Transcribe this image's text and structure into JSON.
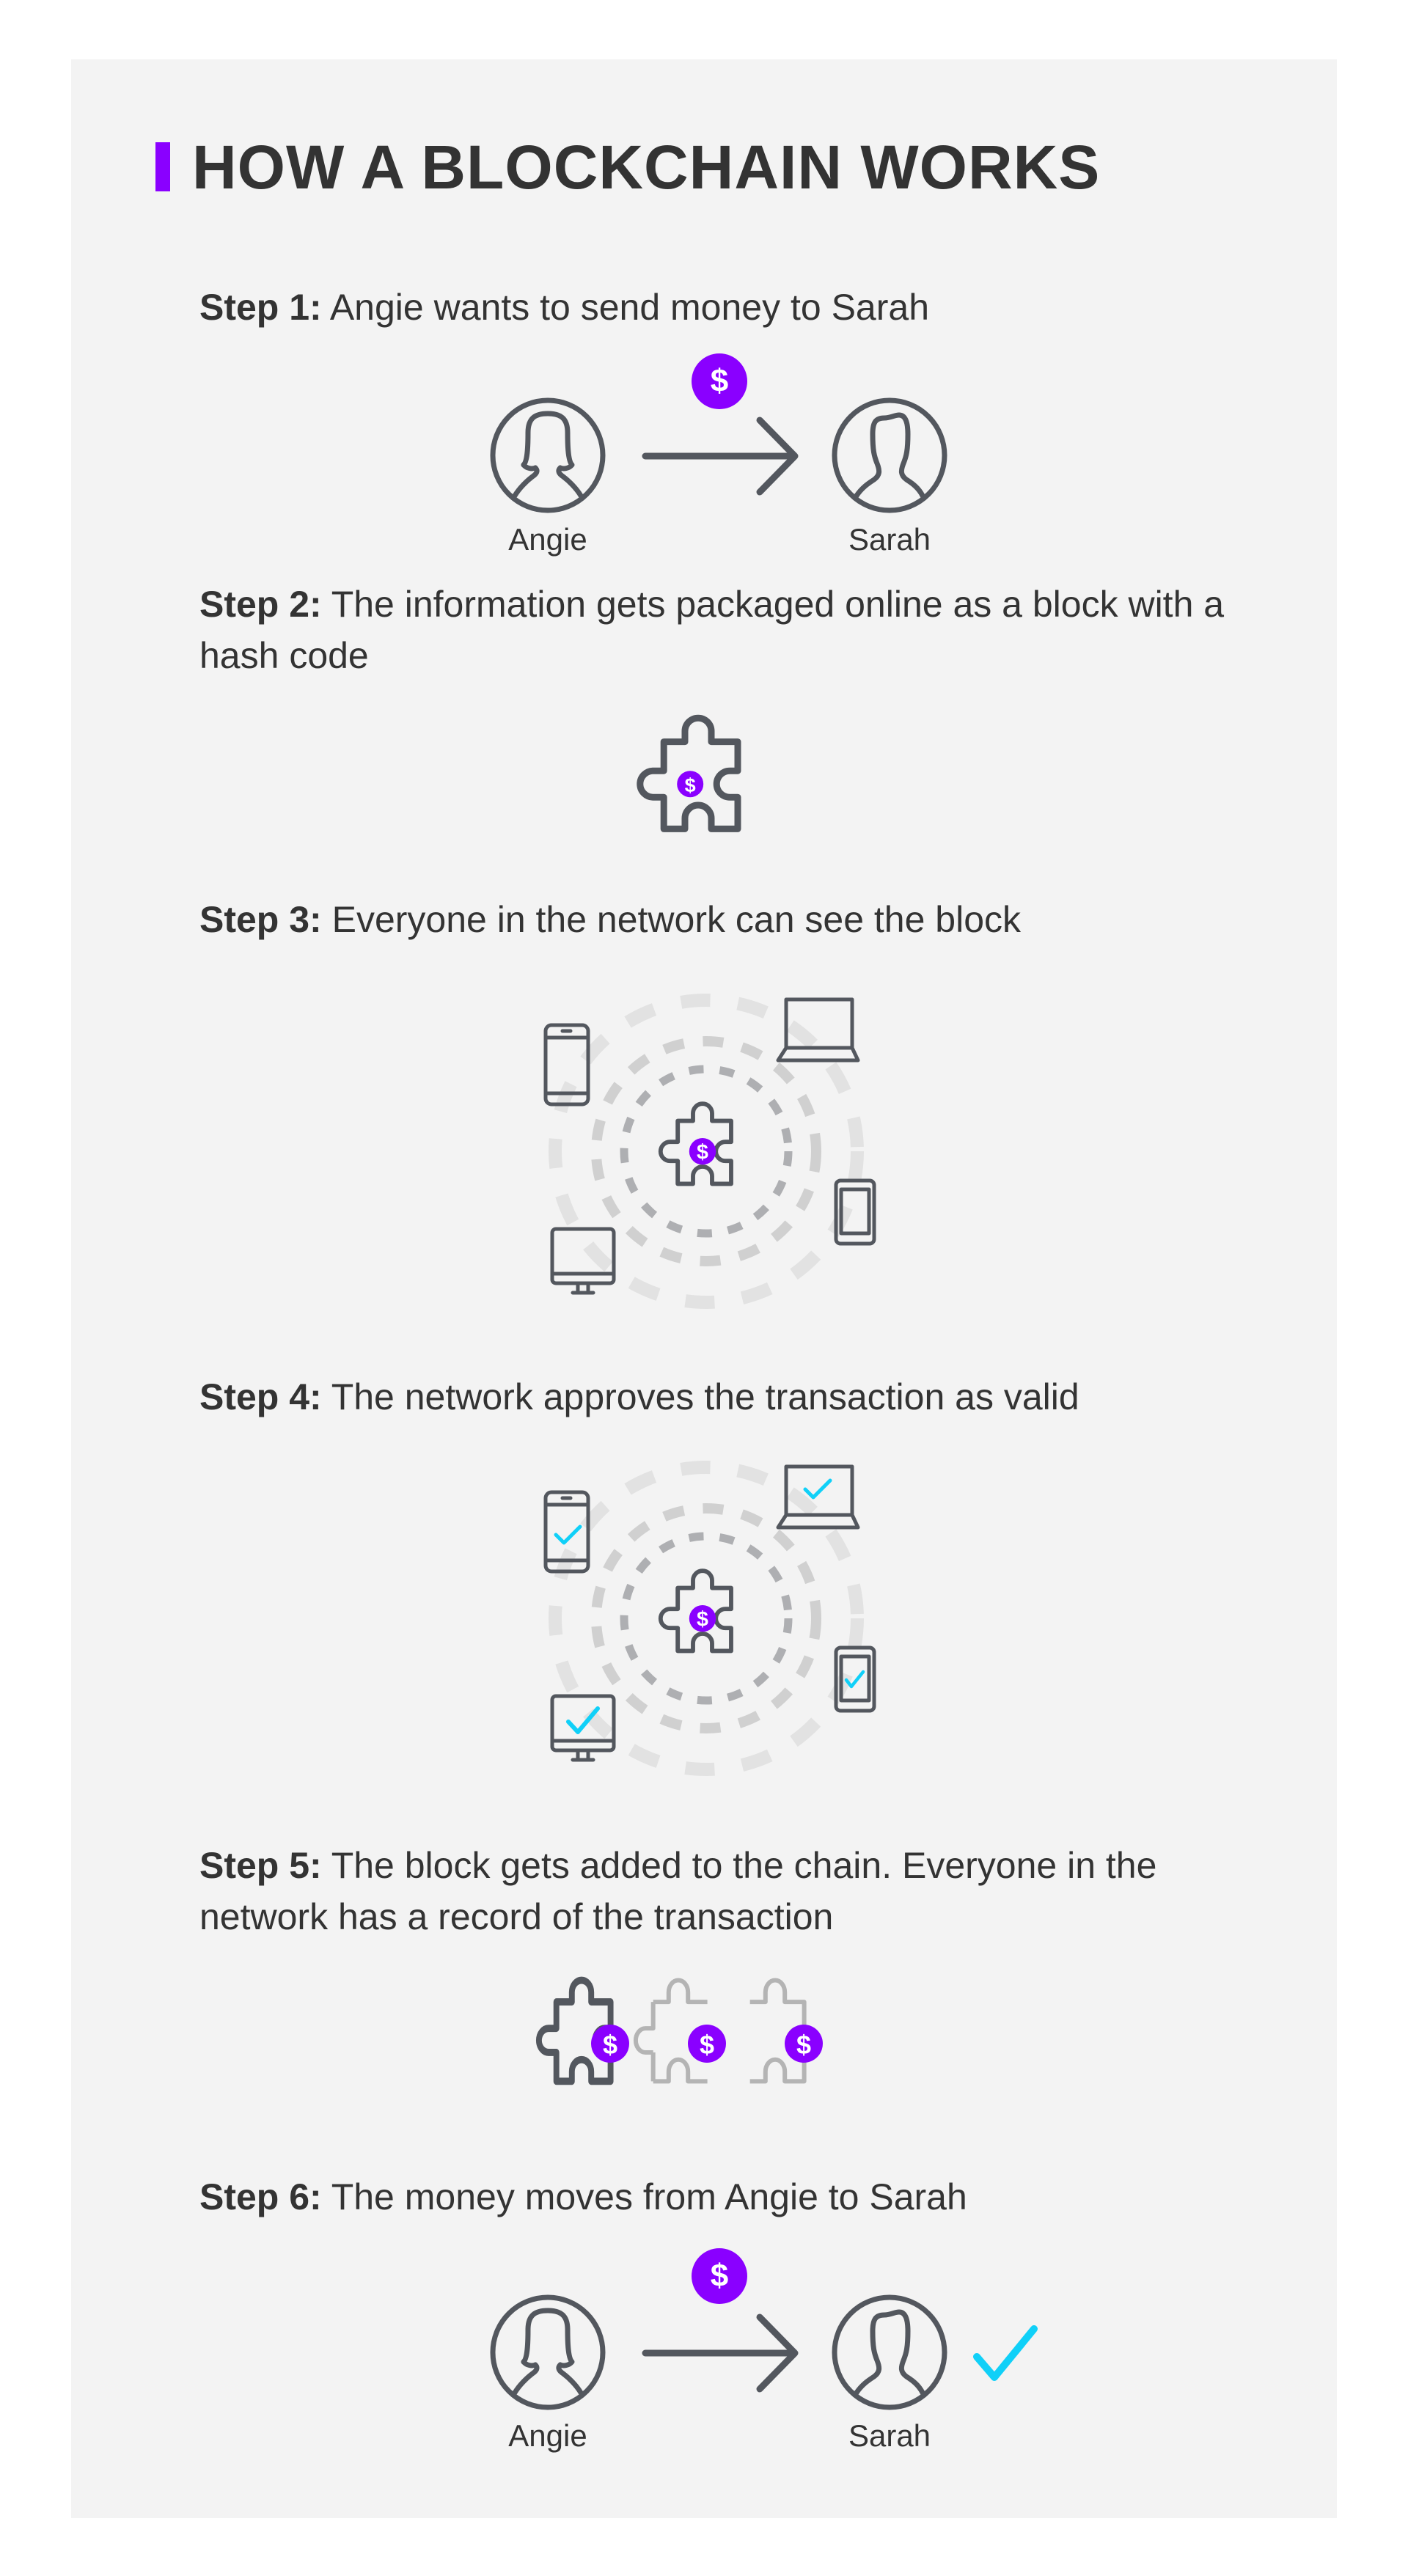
{
  "title": "HOW A BLOCKCHAIN WORKS",
  "colors": {
    "accent_purple": "#8a00ff",
    "icon_gray": "#53575e",
    "faded_gray": "#b4b4b4",
    "check_blue": "#10d0f8",
    "panel_bg": "#f3f3f3",
    "text": "#333333"
  },
  "steps": [
    {
      "label": "Step 1:",
      "text": " Angie wants to send money to Sarah"
    },
    {
      "label": "Step 2:",
      "text": " The information gets packaged online as a block with a hash code"
    },
    {
      "label": "Step 3:",
      "text": " Everyone in the network can see the block"
    },
    {
      "label": "Step 4:",
      "text": " The network approves the transaction as valid"
    },
    {
      "label": "Step 5:",
      "text": " The block gets added to the chain. Everyone in the network has a record of the transaction"
    },
    {
      "label": "Step 6:",
      "text": " The money moves from Angie to Sarah"
    }
  ],
  "people": {
    "sender": "Angie",
    "receiver": "Sarah"
  },
  "currency_symbol": "$",
  "icons": {
    "person": "person-silhouette-icon",
    "arrow": "arrow-right-icon",
    "money": "dollar-coin-icon",
    "block": "puzzle-piece-icon",
    "devices": [
      "smartphone-icon",
      "laptop-icon",
      "tablet-icon",
      "desktop-monitor-icon"
    ],
    "approval": "checkmark-icon"
  }
}
